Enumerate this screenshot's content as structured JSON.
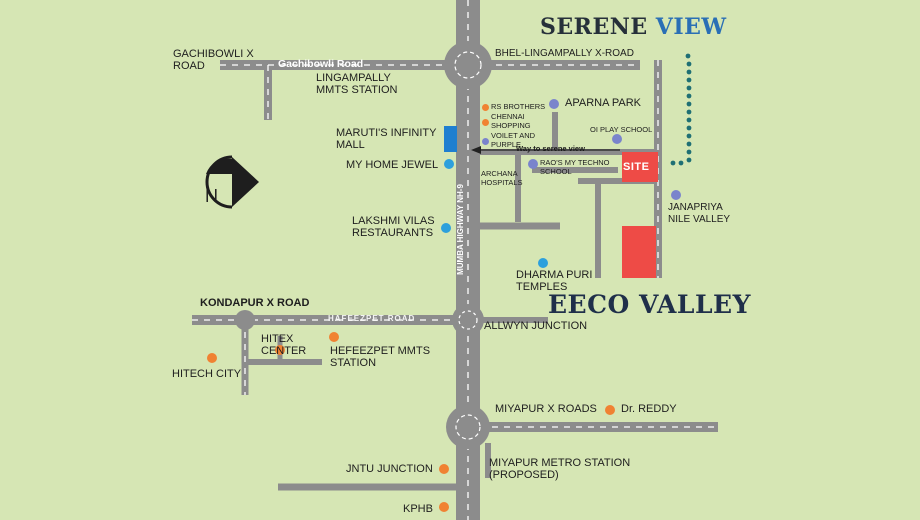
{
  "brands": {
    "serene_word1": "SERENE",
    "serene_word2": "VIEW",
    "eeco_word1": "EECO",
    "eeco_word2": "VALLEY"
  },
  "compass": {
    "letter": "N"
  },
  "roads": {
    "gachibowli_road": "Gachibowli Road",
    "mumbai_highway": "MUMBA HIGHWAY NH-9",
    "hafeezpet_road": "HAFEEZPET ROAD"
  },
  "arrow_label": "Way to serene view",
  "site_label": "SITE",
  "places": {
    "gachibowli_x_road_l1": "GACHIBOWLI X",
    "gachibowli_x_road_l2": "ROAD",
    "lingampally_l1": "LINGAMPALLY",
    "lingampally_l2": "MMTS STATION",
    "bhel": "BHEL-LINGAMPALLY X-ROAD",
    "rs_brothers": "RS BROTHERS",
    "chennai_l1": "CHENNAI",
    "chennai_l2": "SHOPPING",
    "aparna_park": "APARNA PARK",
    "voilet_l1": "VOILET AND",
    "voilet_l2": "PURPLE",
    "oi_play_school": "OI PLAY SCHOOL",
    "maruti_l1": "MARUTI'S INFINITY",
    "maruti_l2": "MALL",
    "my_home_jewel": "MY HOME JEWEL",
    "archana_l1": "ARCHANA",
    "archana_l2": "HOSPITALS",
    "raos_l1": "RAO'S MY TECHNO",
    "raos_l2": "SCHOOL",
    "janapriya_l1": "JANAPRIYA",
    "janapriya_l2": "NILE VALLEY",
    "lakshmi_l1": "LAKSHMI VILAS",
    "lakshmi_l2": "RESTAURANTS",
    "dharma_l1": "DHARMA PURI",
    "dharma_l2": "TEMPLES",
    "kondapur": "KONDAPUR X ROAD",
    "allwyn": "ALLWYN JUNCTION",
    "hitex_l1": "HITEX",
    "hitex_l2": "CENTER",
    "hefeezpet_l1": "HEFEEZPET MMTS",
    "hefeezpet_l2": "STATION",
    "hitech_city": "HITECH CITY",
    "miyapur_x": "MIYAPUR X ROADS",
    "dr_reddy": "Dr. REDDY",
    "jntu": "JNTU JUNCTION",
    "miyapur_metro_l1": "MIYAPUR METRO STATION",
    "miyapur_metro_l2": "(PROPOSED)",
    "kphb": "KPHB"
  },
  "colors": {
    "background": "#d6e6b4",
    "road": "#8c8c8c",
    "road_dash": "#ffffff",
    "orange_marker": "#f08232",
    "blue_marker": "#2da0dc",
    "purple_marker": "#7a84cc",
    "site_red": "#ee4b46",
    "mall_blue": "#1f7fd0",
    "serene_dark": "#26303a",
    "serene_blue": "#2a6fb5",
    "eeco_dark": "#1f2f4a",
    "teal_dots": "#1f6f74"
  }
}
